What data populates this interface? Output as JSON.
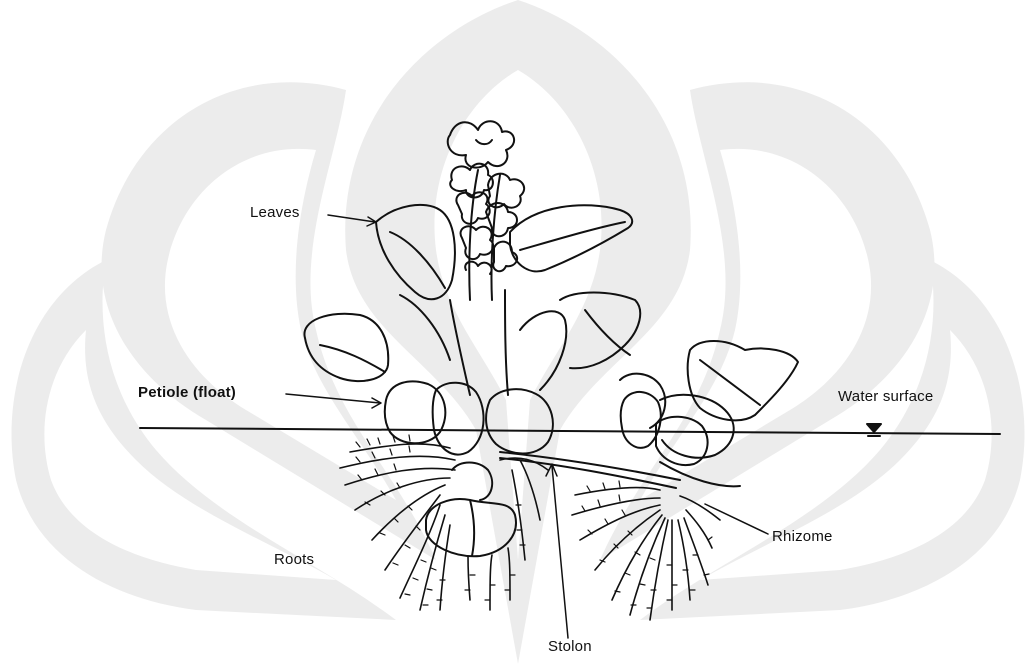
{
  "diagram": {
    "labels": {
      "leaves": "Leaves",
      "petiole": "Petiole (float)",
      "water_surface": "Water surface",
      "rhizome": "Rhizome",
      "roots": "Roots",
      "stolon": "Stolon"
    },
    "colors": {
      "line": "#111111",
      "watermark": "#e9e9e9"
    }
  }
}
